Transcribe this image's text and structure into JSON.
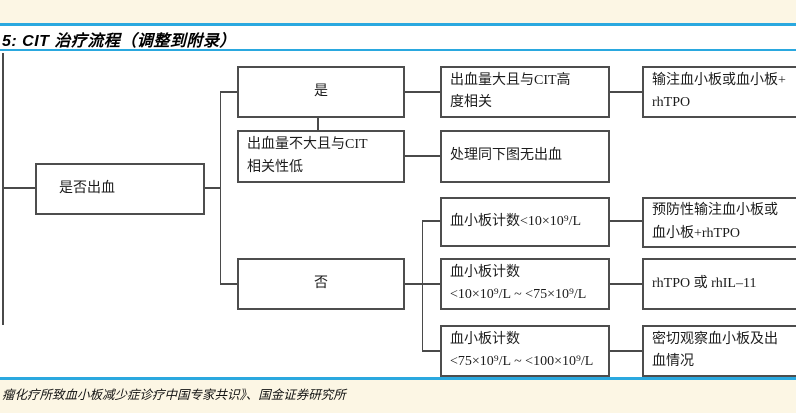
{
  "page": {
    "title": "5:  CIT 治疗流程（调整到附录）",
    "source": "瘤化疗所致血小板减少症诊疗中国专家共识》、国金证券研究所",
    "colors": {
      "accent_blue": "#2AA8DF",
      "page_background": "#FCF6E4",
      "box_border": "#4D4D4D",
      "connector": "#4A4A4A"
    }
  },
  "flowchart": {
    "nodes": {
      "root": {
        "label": "是否出血"
      },
      "yes": {
        "label": "是"
      },
      "no": {
        "label": "否"
      },
      "heavy_bleed": {
        "label": "出血量大且与CIT高\n度相关"
      },
      "light_bleed": {
        "label": "出血量不大且与CIT\n相关性低"
      },
      "transfuse": {
        "label": "输注血小板或血小板+\nrhTPO"
      },
      "treat_as_no_bleed": {
        "label": "处理同下图无出血"
      },
      "plt_lt_10": {
        "label": "血小板计数<10×10⁹/L"
      },
      "plt_10_to_75": {
        "label": "血小板计数\n<10×10⁹/L ~ <75×10⁹/L"
      },
      "plt_75_to_100": {
        "label": "血小板计数\n<75×10⁹/L ~ <100×10⁹/L"
      },
      "prophylactic_transfuse": {
        "label": "预防性输注血小板或\n血小板+rhTPO"
      },
      "rhtpo_or_rhil11": {
        "label": "rhTPO 或 rhIL–11"
      },
      "observe": {
        "label": "密切观察血小板及出\n血情况"
      }
    }
  }
}
